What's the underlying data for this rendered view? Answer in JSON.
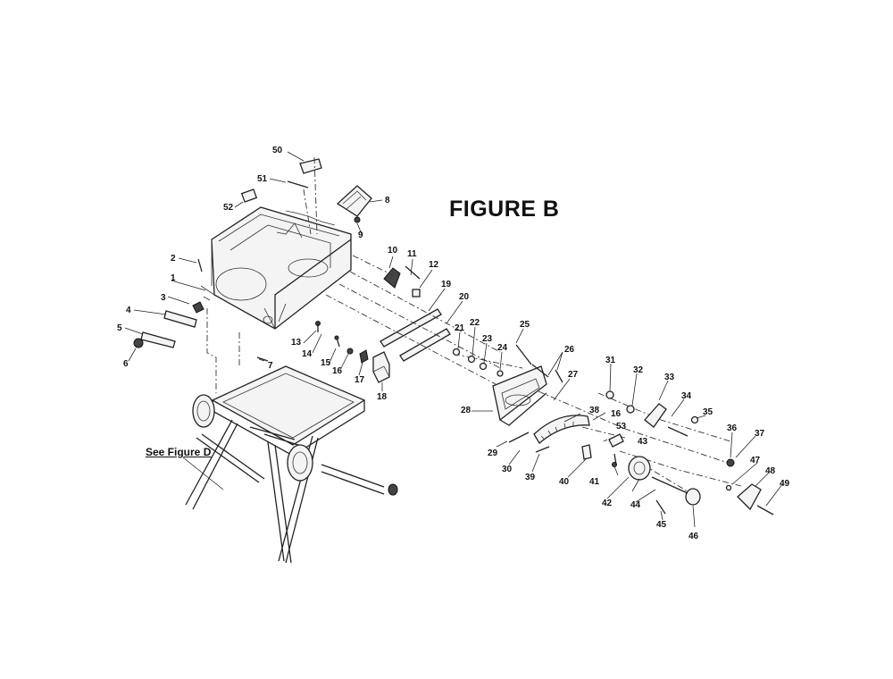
{
  "figure": {
    "title": "FIGURE B",
    "reference_label": "See Figure D"
  },
  "part_numbers": [
    "1",
    "2",
    "3",
    "4",
    "5",
    "6",
    "7",
    "8",
    "9",
    "10",
    "11",
    "12",
    "13",
    "14",
    "15",
    "16",
    "17",
    "18",
    "19",
    "20",
    "21",
    "22",
    "23",
    "24",
    "25",
    "26",
    "27",
    "28",
    "29",
    "30",
    "31",
    "32",
    "33",
    "34",
    "35",
    "36",
    "37",
    "38",
    "39",
    "40",
    "41",
    "42",
    "43",
    "44",
    "45",
    "46",
    "47",
    "48",
    "49",
    "50",
    "51",
    "52",
    "53"
  ]
}
